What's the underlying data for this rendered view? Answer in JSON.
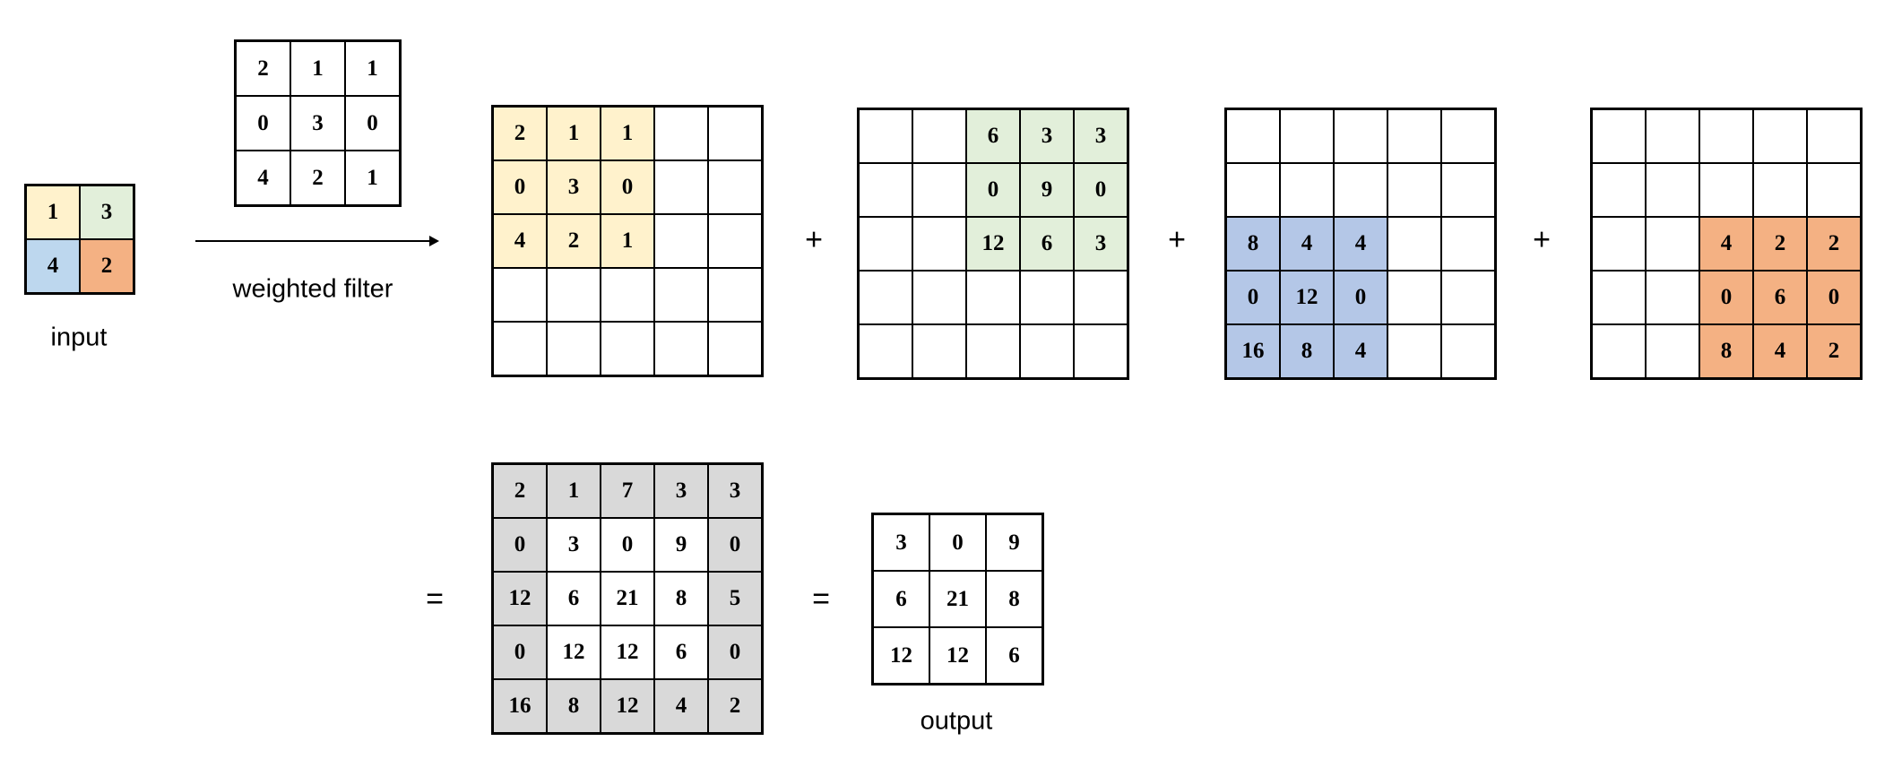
{
  "input": {
    "label": "input",
    "values": [
      [
        "1",
        "3"
      ],
      [
        "4",
        "2"
      ]
    ],
    "colors": [
      [
        "#fff2cc",
        "#e2efda"
      ],
      [
        "#bdd7ee",
        "#f4b183"
      ]
    ]
  },
  "filter": {
    "label": "weighted filter",
    "values": [
      [
        "2",
        "1",
        "1"
      ],
      [
        "0",
        "3",
        "0"
      ],
      [
        "4",
        "2",
        "1"
      ]
    ]
  },
  "partials": [
    {
      "fill": "#fff2cc",
      "values": [
        [
          "2",
          "1",
          "1",
          "",
          ""
        ],
        [
          "0",
          "3",
          "0",
          "",
          ""
        ],
        [
          "4",
          "2",
          "1",
          "",
          ""
        ],
        [
          "",
          "",
          "",
          "",
          ""
        ],
        [
          "",
          "",
          "",
          "",
          ""
        ]
      ]
    },
    {
      "fill": "#e2efda",
      "values": [
        [
          "",
          "",
          "6",
          "3",
          "3"
        ],
        [
          "",
          "",
          "0",
          "9",
          "0"
        ],
        [
          "",
          "",
          "12",
          "6",
          "3"
        ],
        [
          "",
          "",
          "",
          "",
          ""
        ],
        [
          "",
          "",
          "",
          "",
          ""
        ]
      ]
    },
    {
      "fill": "#b4c7e7",
      "values": [
        [
          "",
          "",
          "",
          "",
          ""
        ],
        [
          "",
          "",
          "",
          "",
          ""
        ],
        [
          "8",
          "4",
          "4",
          "",
          ""
        ],
        [
          "0",
          "12",
          "0",
          "",
          ""
        ],
        [
          "16",
          "8",
          "4",
          "",
          ""
        ]
      ]
    },
    {
      "fill": "#f4b183",
      "values": [
        [
          "",
          "",
          "",
          "",
          ""
        ],
        [
          "",
          "",
          "",
          "",
          ""
        ],
        [
          "",
          "",
          "4",
          "2",
          "2"
        ],
        [
          "",
          "",
          "0",
          "6",
          "0"
        ],
        [
          "",
          "",
          "8",
          "4",
          "2"
        ]
      ]
    }
  ],
  "operators": {
    "plus": "+",
    "equals": "="
  },
  "sum": {
    "border_fill": "#d9d9d9",
    "values": [
      [
        "2",
        "1",
        "7",
        "3",
        "3"
      ],
      [
        "0",
        "3",
        "0",
        "9",
        "0"
      ],
      [
        "12",
        "6",
        "21",
        "8",
        "5"
      ],
      [
        "0",
        "12",
        "12",
        "6",
        "0"
      ],
      [
        "16",
        "8",
        "12",
        "4",
        "2"
      ]
    ]
  },
  "output": {
    "label": "output",
    "values": [
      [
        "3",
        "0",
        "9"
      ],
      [
        "6",
        "21",
        "8"
      ],
      [
        "12",
        "12",
        "6"
      ]
    ]
  }
}
